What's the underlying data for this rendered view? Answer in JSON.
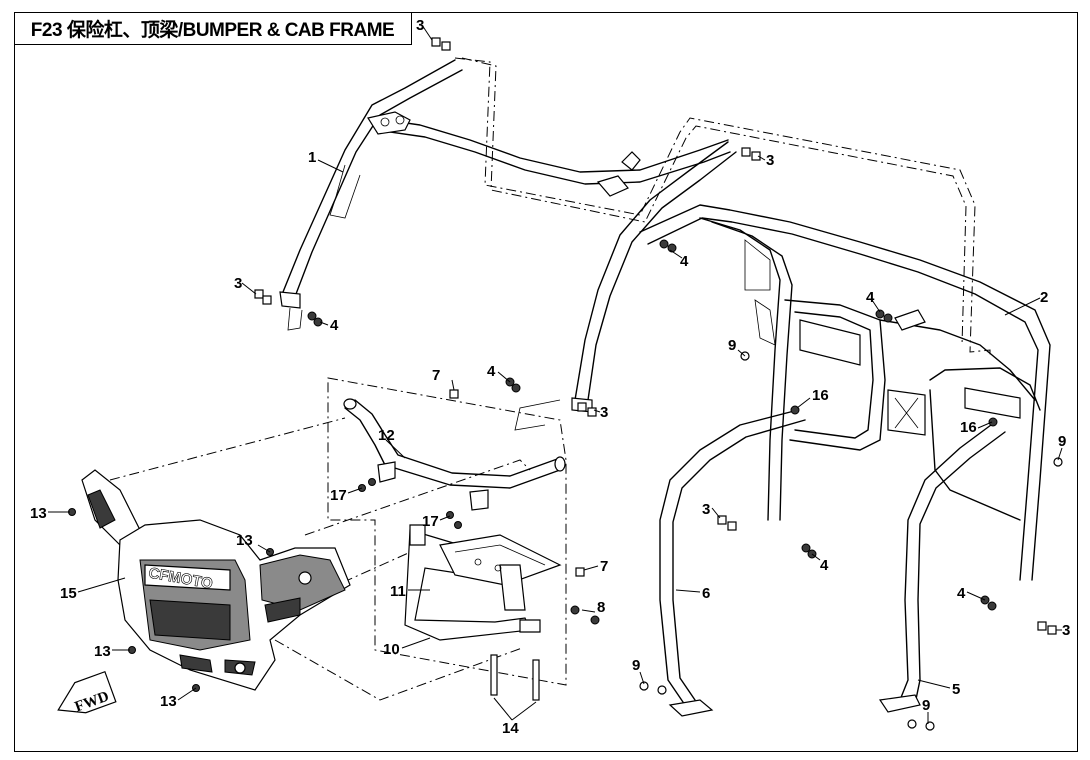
{
  "title": "F23 保险杠、顶梁/BUMPER & CAB FRAME",
  "brand_text": "CFMOTO",
  "direction_label": "FWD",
  "callouts": [
    {
      "id": "c1",
      "text": "1"
    },
    {
      "id": "c2",
      "text": "2"
    },
    {
      "id": "c3a",
      "text": "3"
    },
    {
      "id": "c3b",
      "text": "3"
    },
    {
      "id": "c3c",
      "text": "3"
    },
    {
      "id": "c3d",
      "text": "3"
    },
    {
      "id": "c3e",
      "text": "3"
    },
    {
      "id": "c3f",
      "text": "3"
    },
    {
      "id": "c4a",
      "text": "4"
    },
    {
      "id": "c4b",
      "text": "4"
    },
    {
      "id": "c4c",
      "text": "4"
    },
    {
      "id": "c4d",
      "text": "4"
    },
    {
      "id": "c4e",
      "text": "4"
    },
    {
      "id": "c4f",
      "text": "4"
    },
    {
      "id": "c5",
      "text": "5"
    },
    {
      "id": "c6",
      "text": "6"
    },
    {
      "id": "c7a",
      "text": "7"
    },
    {
      "id": "c7b",
      "text": "7"
    },
    {
      "id": "c8",
      "text": "8"
    },
    {
      "id": "c9a",
      "text": "9"
    },
    {
      "id": "c9b",
      "text": "9"
    },
    {
      "id": "c9c",
      "text": "9"
    },
    {
      "id": "c9d",
      "text": "9"
    },
    {
      "id": "c10",
      "text": "10"
    },
    {
      "id": "c11",
      "text": "11"
    },
    {
      "id": "c12",
      "text": "12"
    },
    {
      "id": "c13a",
      "text": "13"
    },
    {
      "id": "c13b",
      "text": "13"
    },
    {
      "id": "c13c",
      "text": "13"
    },
    {
      "id": "c13d",
      "text": "13"
    },
    {
      "id": "c14",
      "text": "14"
    },
    {
      "id": "c15",
      "text": "15"
    },
    {
      "id": "c16a",
      "text": "16"
    },
    {
      "id": "c16b",
      "text": "16"
    },
    {
      "id": "c17a",
      "text": "17"
    },
    {
      "id": "c17b",
      "text": "17"
    }
  ]
}
